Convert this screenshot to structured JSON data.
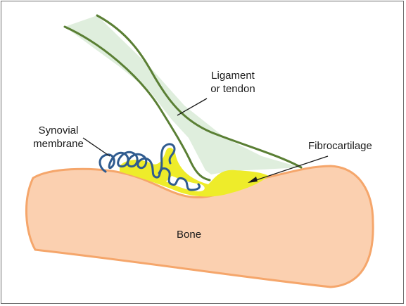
{
  "labels": {
    "ligament_line1": "Ligament",
    "ligament_line2": "or tendon",
    "synovial_line1": "Synovial",
    "synovial_line2": "membrane",
    "fibrocartilage": "Fibrocartilage",
    "bone": "Bone"
  },
  "colors": {
    "bone_fill": "#fbd0b0",
    "bone_outline": "#f5a66b",
    "fibrocartilage": "#eeec2a",
    "ligament_fill": "#dfeedd",
    "ligament_outline": "#5a7f34",
    "synovial": "#2f5b8f",
    "frame": "#6b6b6b"
  }
}
